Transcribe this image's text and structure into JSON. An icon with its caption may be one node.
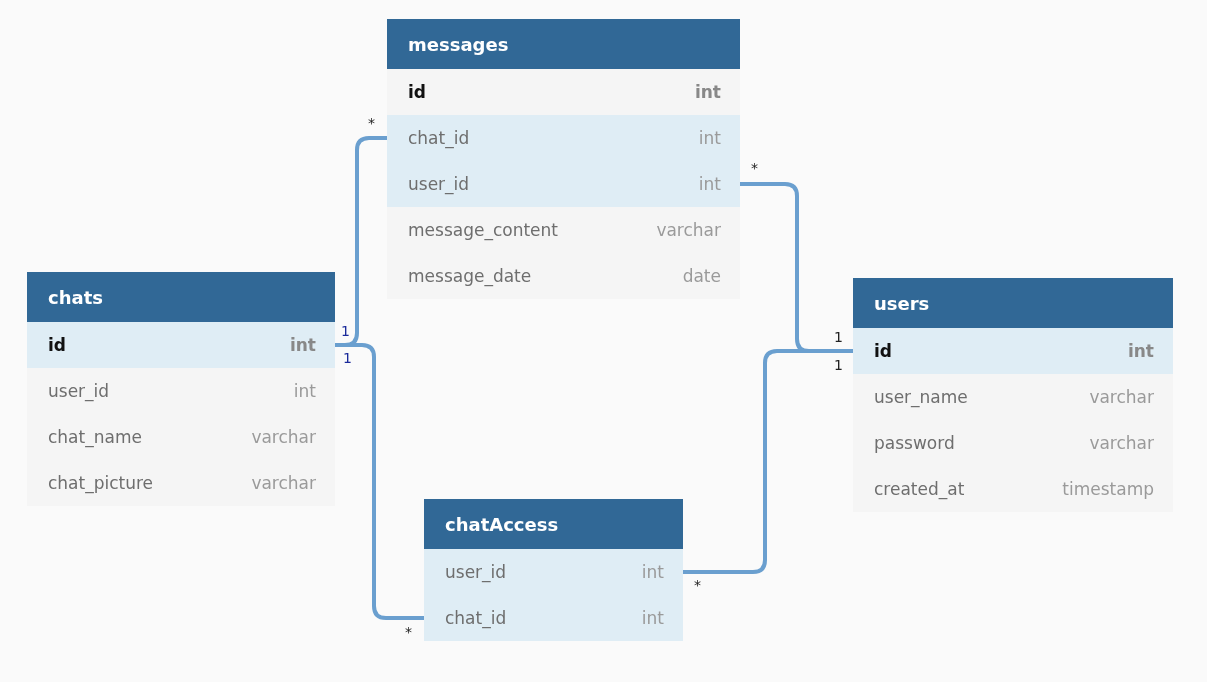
{
  "diagram": {
    "nodes": [
      {
        "text": [
          "messages"
        ]
      },
      {
        "text": [
          "id",
          "int"
        ],
        "in": 0
      },
      {
        "text": [
          "chat_id",
          "int"
        ],
        "in": 0
      },
      {
        "text": [
          "user_id",
          "int"
        ],
        "in": 0
      },
      {
        "text": [
          "message_content",
          "varchar"
        ],
        "in": 0
      },
      {
        "text": [
          "message_date",
          "date"
        ],
        "in": 0
      },
      {
        "text": [
          "chats"
        ]
      },
      {
        "text": [
          "id",
          "int"
        ],
        "in": 6
      },
      {
        "text": [
          "user_id",
          "int"
        ],
        "in": 6
      },
      {
        "text": [
          "chat_name",
          "varchar"
        ],
        "in": 6
      },
      {
        "text": [
          "chat_picture",
          "varchar"
        ],
        "in": 6
      },
      {
        "text": [
          "users"
        ]
      },
      {
        "text": [
          "id",
          "int"
        ],
        "in": 11
      },
      {
        "text": [
          "user_name",
          "varchar"
        ],
        "in": 11
      },
      {
        "text": [
          "password",
          "varchar"
        ],
        "in": 11
      },
      {
        "text": [
          "created_at",
          "timestamp"
        ],
        "in": 11
      },
      {
        "text": [
          "chatAccess"
        ]
      },
      {
        "text": [
          "user_id",
          "int"
        ],
        "in": 16
      },
      {
        "text": [
          "chat_id",
          "int"
        ],
        "in": 16
      }
    ],
    "edges": [
      {
        "from": 2,
        "to": 7,
        "arrow": "none"
      },
      {
        "from": 3,
        "to": 12,
        "arrow": "none"
      },
      {
        "from": 18,
        "to": 7,
        "arrow": "none"
      },
      {
        "from": 17,
        "to": 12,
        "arrow": "none"
      }
    ],
    "labels": [
      "*",
      "*",
      "1",
      "1",
      "1",
      "1",
      "*",
      "*"
    ]
  }
}
